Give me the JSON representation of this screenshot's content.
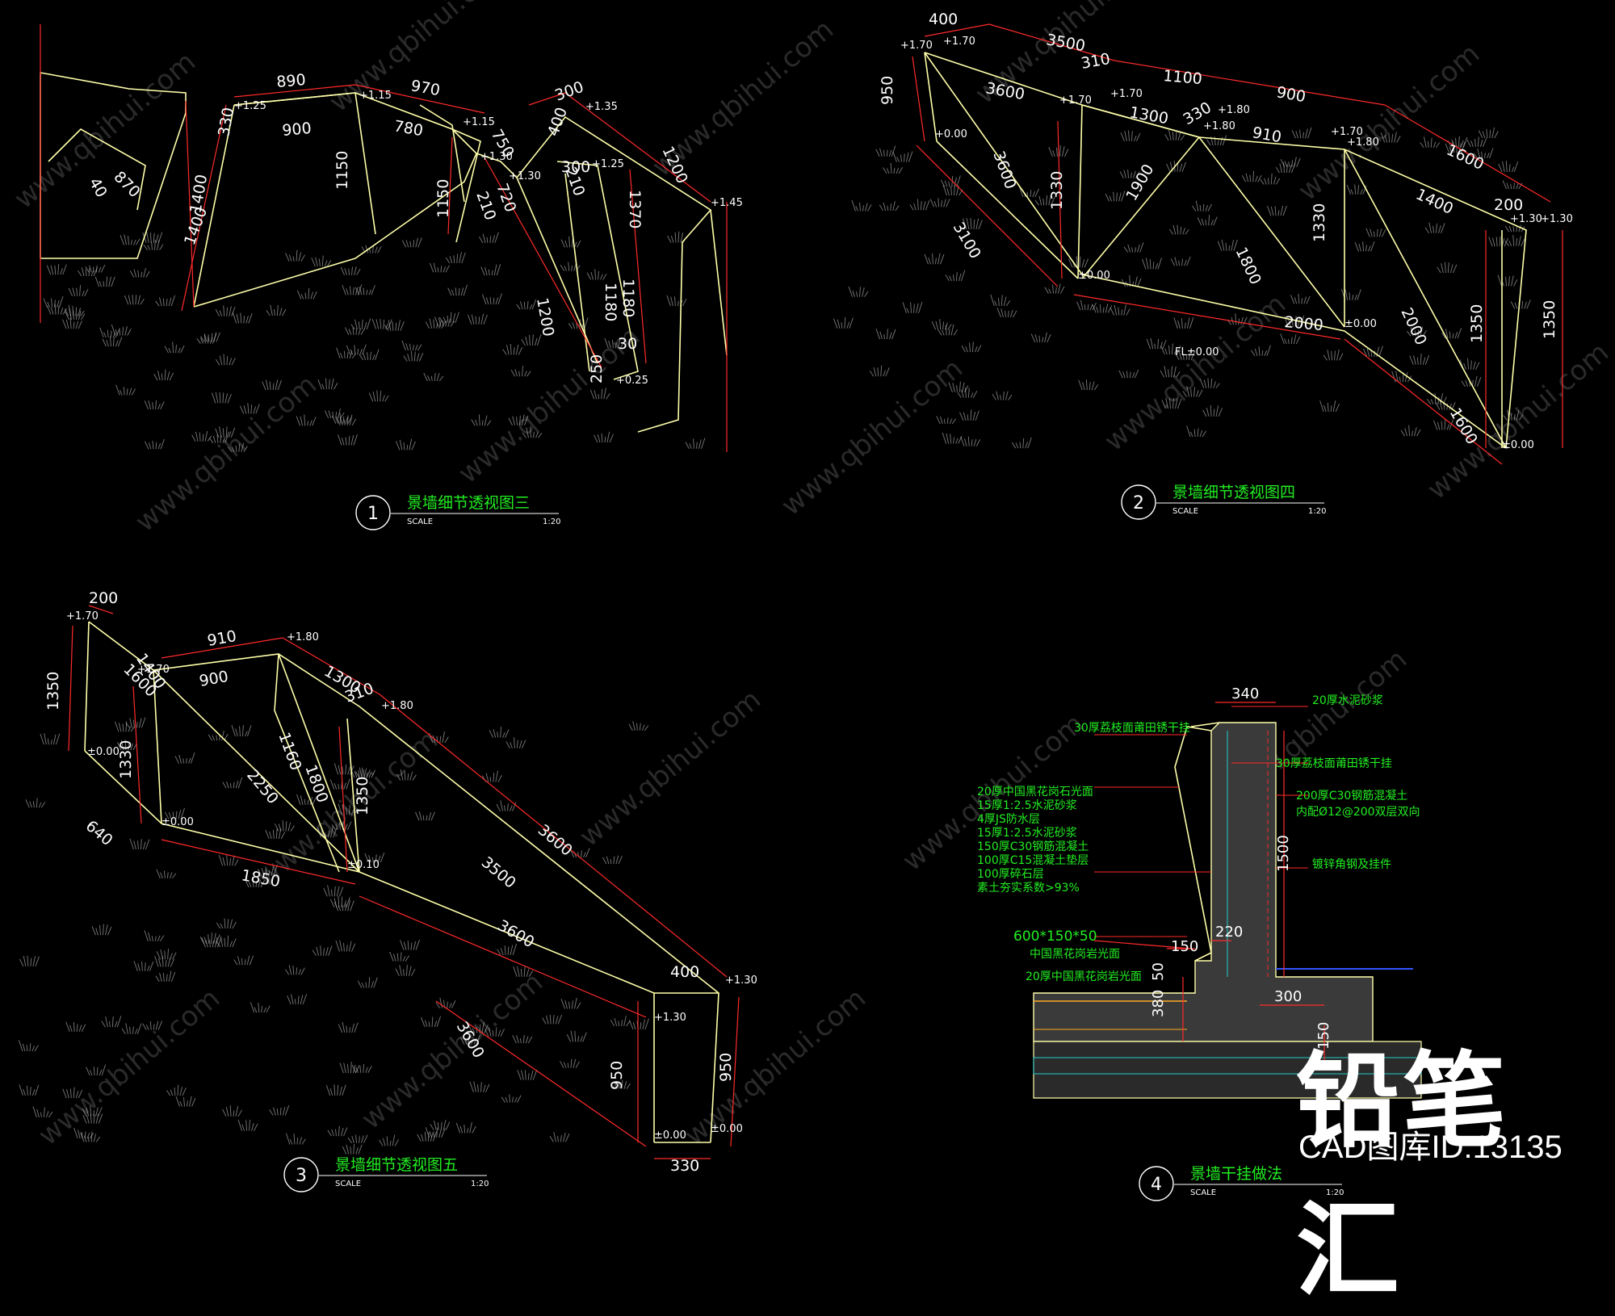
{
  "watermark": "www.qbihui.com",
  "colors": {
    "background": "#000000",
    "geometry": "#ffffaa",
    "dimension": "#ff2a2a",
    "title_green": "#22ee22",
    "text": "#ffffff",
    "hatch": "#bbbbbb",
    "section_fill": "#3a3a3a",
    "cyan": "#22cccc"
  },
  "brand": {
    "name": "铅笔汇",
    "id_text": "CAD图库ID:13135"
  },
  "views": [
    {
      "id": "v1",
      "number": "1",
      "title": "景墙细节透视图三",
      "scale_label": "SCALE",
      "scale": "1:20"
    },
    {
      "id": "v2",
      "number": "2",
      "title": "景墙细节透视图四",
      "scale_label": "SCALE",
      "scale": "1:20"
    },
    {
      "id": "v3",
      "number": "3",
      "title": "景墙细节透视图五",
      "scale_label": "SCALE",
      "scale": "1:20"
    },
    {
      "id": "v4",
      "number": "4",
      "title": "景墙干挂做法",
      "scale_label": "SCALE",
      "scale": "1:20"
    }
  ],
  "view1_labels": {
    "dims": [
      "890",
      "970",
      "900",
      "780",
      "330",
      "1150",
      "1150",
      "1400",
      "1400",
      "750",
      "720",
      "210",
      "210",
      "300",
      "300",
      "400",
      "1200",
      "1200",
      "1370",
      "1180",
      "1180",
      "30",
      "250",
      "40",
      "870"
    ],
    "levels": [
      "+1.25",
      "+1.15",
      "+1.15",
      "+1.30",
      "+1.30",
      "+1.35",
      "+1.25",
      "+1.45",
      "+0.25"
    ]
  },
  "view2_labels": {
    "dims": [
      "400",
      "3500",
      "310",
      "1100",
      "900",
      "950",
      "3600",
      "1300",
      "330",
      "910",
      "1600",
      "3600",
      "1900",
      "1330",
      "1330",
      "1800",
      "1400",
      "200",
      "3100",
      "2000",
      "2000",
      "1350",
      "1350",
      "1600"
    ],
    "levels": [
      "+1.70",
      "+1.70",
      "+0.00",
      "+1.70",
      "+1.70",
      "+1.80",
      "+1.80",
      "+1.70",
      "+1.80",
      "+1.30",
      "+1.30",
      "±0.00",
      "±0.00",
      "±0.00"
    ],
    "fl": "FL±0.00"
  },
  "view3_labels": {
    "dims": [
      "200",
      "910",
      "1350",
      "1400",
      "1600",
      "900",
      "1300",
      "310",
      "1330",
      "1160",
      "2250",
      "1800",
      "1350",
      "3600",
      "640",
      "1850",
      "3500",
      "3600",
      "400",
      "3600",
      "950",
      "950",
      "330"
    ],
    "levels": [
      "+1.70",
      "+1.70",
      "+1.80",
      "+1.80",
      "±0.00",
      "±0.00",
      "±0.10",
      "+1.30",
      "+1.30",
      "±0.00",
      "±0.00"
    ]
  },
  "view4_labels": {
    "dims": [
      "340",
      "1500",
      "150",
      "220",
      "50",
      "380",
      "300",
      "150"
    ],
    "notes_left": [
      "30厚荔枝面莆田锈干挂",
      "20厚中国黑花岗石光面",
      "15厚1:2.5水泥砂浆",
      "4厚JS防水层",
      "15厚1:2.5水泥砂浆",
      "150厚C30钢筋混凝土",
      "100厚C15混凝土垫层",
      "100厚碎石层",
      "素土夯实系数>93%",
      "600*150*50",
      "中国黑花岗岩光面",
      "20厚中国黑花岗岩光面"
    ],
    "notes_right": [
      "20厚水泥砂浆",
      "30厚荔枝面莆田锈干挂",
      "200厚C30钢筋混凝土",
      "内配Ø12@200双层双向",
      "镀锌角钢及挂件"
    ]
  }
}
